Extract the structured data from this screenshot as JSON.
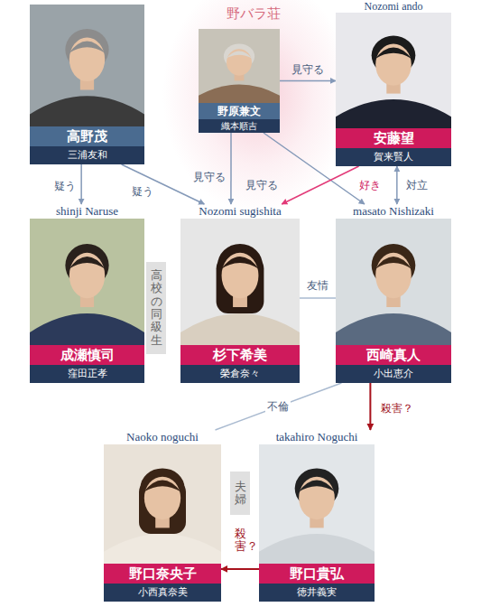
{
  "diagram": {
    "nodes": [
      {
        "text": [
          "高野茂",
          "三浦友和"
        ]
      },
      {
        "text": [
          "野バラ荘"
        ]
      },
      {
        "text": [
          "野原兼文",
          "織本順吉"
        ],
        "in": 1
      },
      {
        "text": [
          "Nozomi ando",
          "安藤望",
          "賀来賢人"
        ]
      },
      {
        "text": [
          "shinji Naruse",
          "成瀬慎司",
          "窪田正孝"
        ]
      },
      {
        "text": [
          "Nozomi sugishita",
          "杉下希美",
          "榮倉奈々"
        ]
      },
      {
        "text": [
          "masato Nishizaki",
          "西崎真人",
          "小出恵介"
        ]
      },
      {
        "text": [
          "Naoko noguchi",
          "野口奈央子",
          "小西真奈美"
        ]
      },
      {
        "text": [
          "takahiro Noguchi",
          "野口貴弘",
          "徳井義実"
        ]
      }
    ],
    "edges": [
      {
        "from": 0,
        "to": 4,
        "arrow": "to",
        "label": "疑う"
      },
      {
        "from": 0,
        "to": 5,
        "arrow": "to",
        "label": "疑う"
      },
      {
        "from": 2,
        "to": 3,
        "arrow": "to",
        "label": "見守る"
      },
      {
        "from": 2,
        "to": 5,
        "arrow": "to",
        "label": "見守る"
      },
      {
        "from": 2,
        "to": 6,
        "arrow": "to",
        "label": "見守る"
      },
      {
        "from": 3,
        "to": 5,
        "arrow": "to",
        "label": "好き"
      },
      {
        "from": 3,
        "to": 6,
        "arrow": "both",
        "label": "対立"
      },
      {
        "from": 5,
        "to": 6,
        "arrow": "none",
        "label": "友情"
      },
      {
        "from": 6,
        "to": 8,
        "arrow": "to",
        "label": "殺害？"
      },
      {
        "from": 6,
        "to": 7,
        "arrow": "none",
        "label": "不倫"
      },
      {
        "from": 8,
        "to": 7,
        "arrow": "to",
        "label": "殺害？"
      }
    ],
    "labels": [
      "高校の同級生",
      "夫婦"
    ]
  }
}
